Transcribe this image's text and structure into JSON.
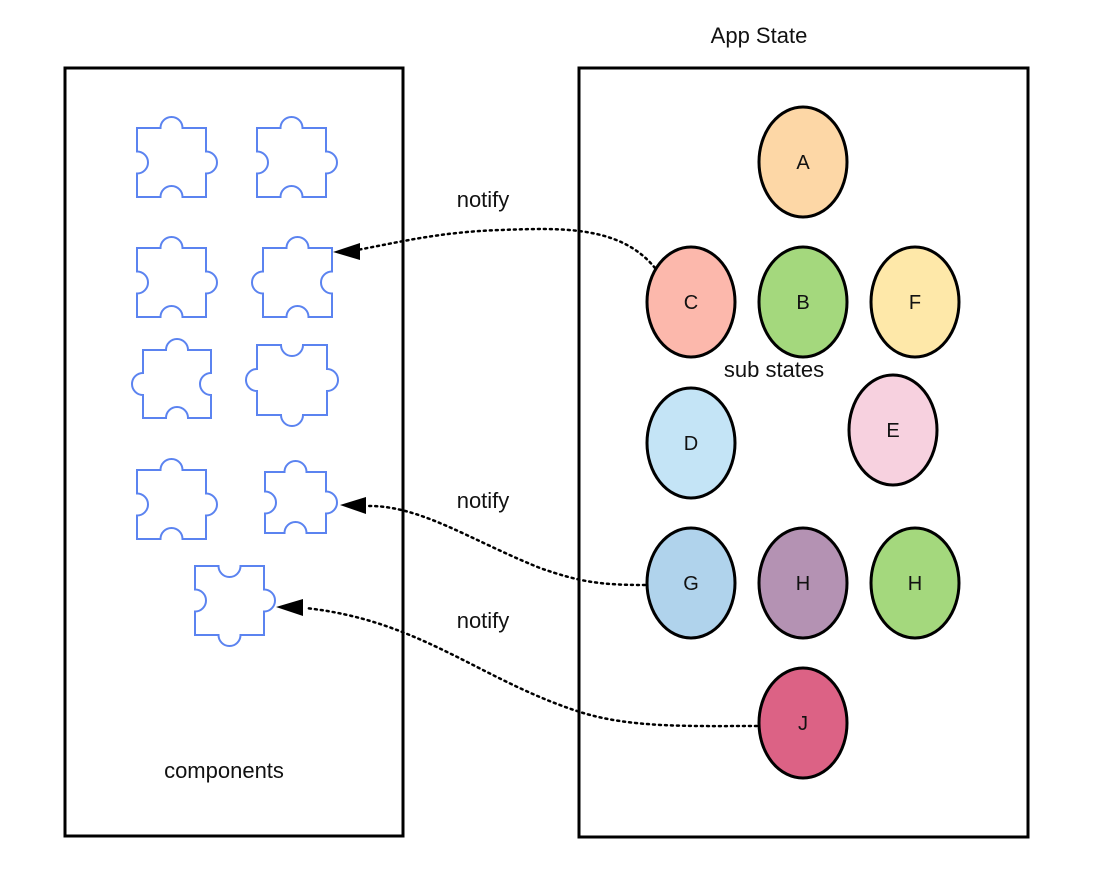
{
  "diagram": {
    "title": "App State",
    "components_box": {
      "label": "components",
      "piece_count": 9,
      "piece_color": "#5b83f0"
    },
    "state_box": {
      "title": "App State",
      "sub_label": "sub states"
    },
    "nodes": [
      {
        "id": "A",
        "label": "A",
        "color": "#fdd7a6"
      },
      {
        "id": "C",
        "label": "C",
        "color": "#fcb8ac"
      },
      {
        "id": "B",
        "label": "B",
        "color": "#a4d87d"
      },
      {
        "id": "F",
        "label": "F",
        "color": "#fee8a9"
      },
      {
        "id": "D",
        "label": "D",
        "color": "#c4e4f6"
      },
      {
        "id": "E",
        "label": "E",
        "color": "#f7d1df"
      },
      {
        "id": "G",
        "label": "G",
        "color": "#b0d3ec"
      },
      {
        "id": "H1",
        "label": "H",
        "color": "#b492b3"
      },
      {
        "id": "H2",
        "label": "H",
        "color": "#a4d87d"
      },
      {
        "id": "J",
        "label": "J",
        "color": "#dc6285"
      }
    ],
    "edges": [
      {
        "from": "C",
        "to": "piece-4",
        "label": "notify",
        "style": "dotted"
      },
      {
        "from": "G",
        "to": "piece-8",
        "label": "notify",
        "style": "dotted"
      },
      {
        "from": "J",
        "to": "piece-9",
        "label": "notify",
        "style": "dotted"
      }
    ]
  }
}
